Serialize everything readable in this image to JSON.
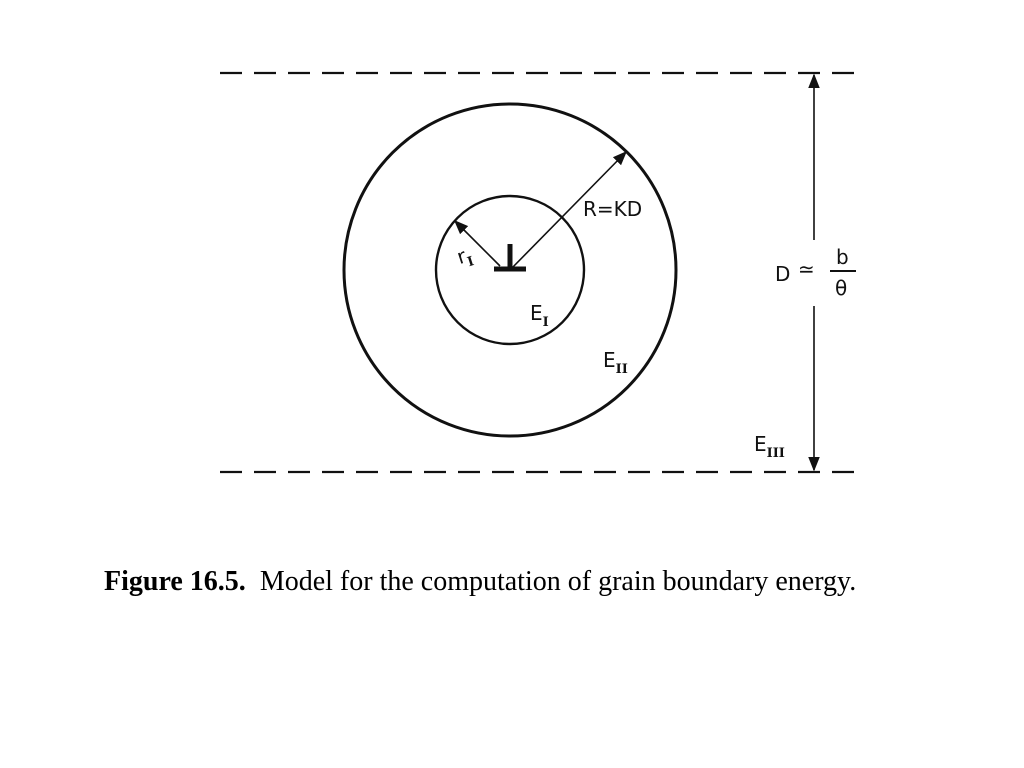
{
  "diagram": {
    "radius_label": "R=KD",
    "inner_radius": {
      "base": "r",
      "sub": "I"
    },
    "energy_inner": {
      "base": "E",
      "sub": "I"
    },
    "energy_outer": {
      "base": "E",
      "sub": "II"
    },
    "energy_between": {
      "base": "E",
      "sub": "III"
    },
    "spacing": {
      "lhs": "D",
      "approx": "≃",
      "numerator": "b",
      "denominator": "θ"
    },
    "dislocation_symbol": "edge-dislocation-icon",
    "line_color": "#111111"
  },
  "caption": {
    "label": "Figure 16.5.",
    "text": "Model for the computation of grain boundary energy."
  }
}
